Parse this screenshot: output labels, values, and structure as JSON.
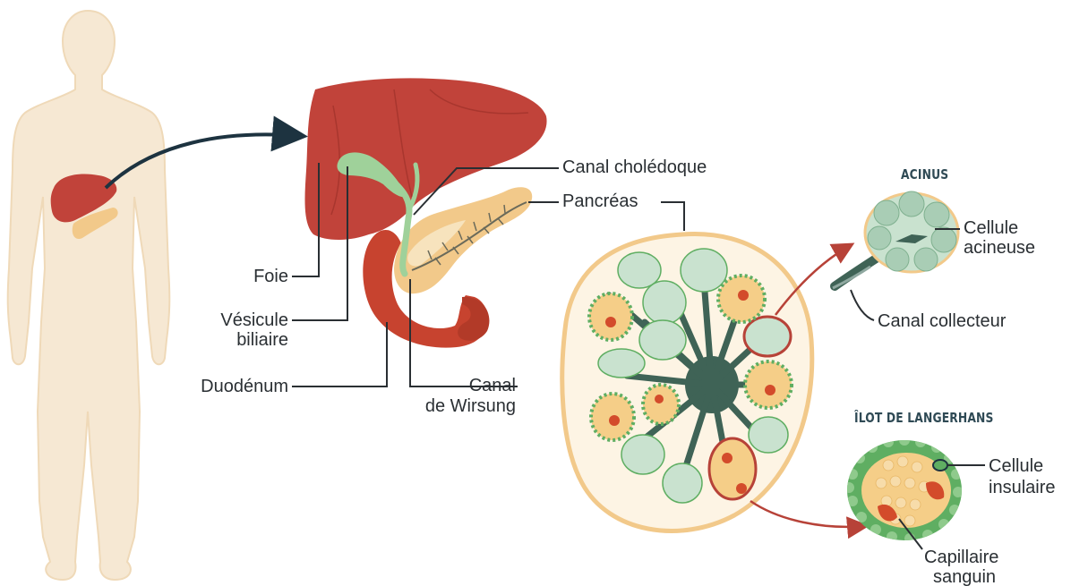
{
  "labels": {
    "foie": "Foie",
    "vesicule_line1": "Vésicule",
    "vesicule_line2": "biliaire",
    "duodenum": "Duodénum",
    "canal_choledoque": "Canal cholédoque",
    "pancreas": "Pancréas",
    "wirsung_line1": "Canal",
    "wirsung_line2": "de Wirsung",
    "cellule_acineuse_line1": "Cellule",
    "cellule_acineuse_line2": "acineuse",
    "canal_collecteur": "Canal collecteur",
    "cellule_insulaire_line1": "Cellule",
    "cellule_insulaire_line2": "insulaire",
    "capillaire_line1": "Capillaire",
    "capillaire_line2": "sanguin"
  },
  "headings": {
    "acinus": "ACINUS",
    "ilot": "ÎLOT DE LANGERHANS"
  },
  "colors": {
    "skin": "#f6e8d3",
    "skin_outline": "#efd9b8",
    "liver": "#c1433a",
    "liver_dark": "#a8362e",
    "gallbladder": "#9fd19a",
    "pancreas": "#f2c98a",
    "pancreas_lobe": "#f7e3bd",
    "duodenum": "#c7432f",
    "acinus_fill": "#c9e2cf",
    "acinus_cell": "#a9cdb5",
    "duct": "#3f6356",
    "islet_yellow": "#f5ce88",
    "islet_green": "#5fae62",
    "capillary": "#d34b2b",
    "arrow_dark": "#1d3340",
    "arrow_red": "#b74238",
    "line": "#2a2f33"
  }
}
